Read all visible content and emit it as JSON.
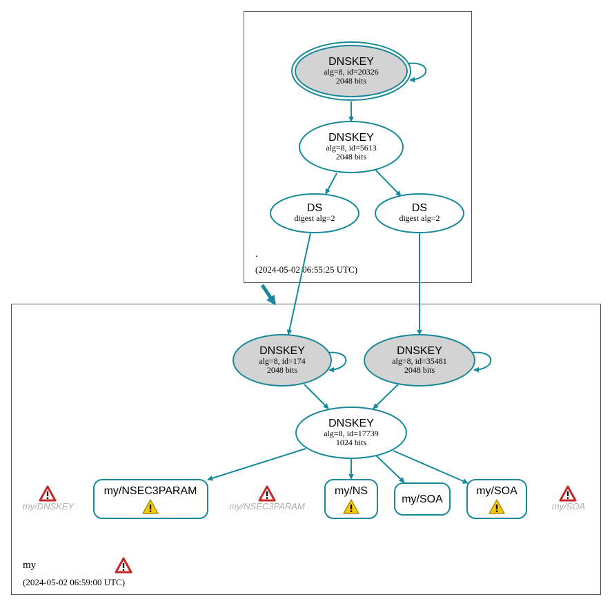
{
  "colors": {
    "edge": "#17899a",
    "node_fill_gray": "#d3d3d3",
    "zone_border": "#555555",
    "warning_red": "#c62828",
    "warning_yellow": "#f6c800",
    "ghost_text": "#b0b0b0"
  },
  "zones": {
    "root": {
      "name": ".",
      "timestamp": "(2024-05-02 06:55:25 UTC)"
    },
    "my": {
      "name": "my",
      "timestamp": "(2024-05-02 06:59:00 UTC)"
    }
  },
  "nodes": {
    "root_ksk": {
      "title": "DNSKEY",
      "line1": "alg=8, id=20326",
      "line2": "2048 bits"
    },
    "root_zsk": {
      "title": "DNSKEY",
      "line1": "alg=8, id=5613",
      "line2": "2048 bits"
    },
    "ds_1": {
      "title": "DS",
      "line1": "digest alg=2"
    },
    "ds_2": {
      "title": "DS",
      "line1": "digest alg=2"
    },
    "my_ksk_174": {
      "title": "DNSKEY",
      "line1": "alg=8, id=174",
      "line2": "2048 bits"
    },
    "my_ksk_35481": {
      "title": "DNSKEY",
      "line1": "alg=8, id=35481",
      "line2": "2048 bits"
    },
    "my_zsk": {
      "title": "DNSKEY",
      "line1": "alg=8, id=17739",
      "line2": "1024 bits"
    },
    "rrset_nsec3param": {
      "label": "my/NSEC3PARAM",
      "icon": "warning-yellow-icon"
    },
    "rrset_ns": {
      "label": "my/NS",
      "icon": "warning-yellow-icon"
    },
    "rrset_soa_a": {
      "label": "my/SOA"
    },
    "rrset_soa_b": {
      "label": "my/SOA",
      "icon": "warning-yellow-icon"
    }
  },
  "ghost_nodes": {
    "dnskey": {
      "label": "my/DNSKEY",
      "icon": "error-red-icon"
    },
    "nsec3param": {
      "label": "my/NSEC3PARAM",
      "icon": "error-red-icon"
    },
    "soa": {
      "label": "my/SOA",
      "icon": "error-red-icon"
    }
  },
  "zone_error_icon": "error-red-icon"
}
